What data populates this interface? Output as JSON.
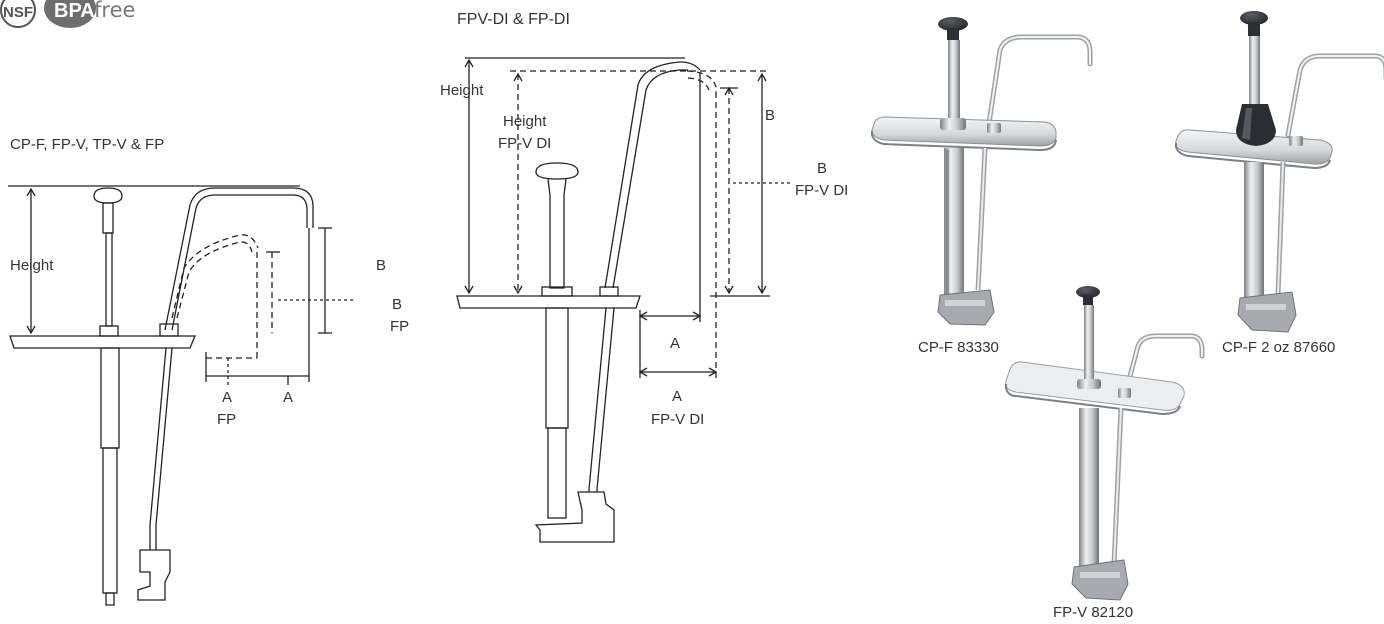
{
  "badges": {
    "nsf": "NSF",
    "bpa_strong": "BPA",
    "bpa_rest": "free"
  },
  "diagram_left": {
    "title": "CP-F, FP-V, TP-V & FP",
    "height": "Height",
    "b": "B",
    "b_fp": [
      "B",
      "FP"
    ],
    "a": "A",
    "a_fp": [
      "A",
      "FP"
    ]
  },
  "diagram_middle": {
    "title": "FPV-DI & FP-DI",
    "height": "Height",
    "height_fpv": [
      "Height",
      "FP-V DI"
    ],
    "b": "B",
    "b_fpv": [
      "B",
      "FP-V DI"
    ],
    "a": "A",
    "a_fpv": [
      "A",
      "FP-V DI"
    ]
  },
  "photos": [
    {
      "caption": "CP-F 83330"
    },
    {
      "caption": "CP-F 2 oz 87660"
    },
    {
      "caption": "FP-V 82120"
    }
  ],
  "colors": {
    "line": "#222222",
    "steel_dark": "#8a8e92",
    "steel_light": "#e6e8ea",
    "knob": "#2c2f33"
  }
}
